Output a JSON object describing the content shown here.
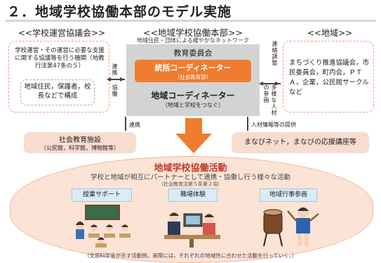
{
  "title": "２．地域学校協働本部のモデル実施",
  "left": {
    "header": "<<学校運営協議会>>",
    "description": "学校運営・その運営に必要な支援に関する協議等を行う機関（地教行法第47条の５）",
    "members": "地域住民，保護者，校長などで構成"
  },
  "center": {
    "header": "<<地域学校協働本部>>",
    "subheader": "地域住民・団体による緩やかなネットワーク",
    "board": "教育委員会",
    "coordinator_general": "統括コーディネーター",
    "coordinator_general_sub": "（社会教育部）",
    "coordinator": "地域コーディネーター",
    "coordinator_sub": "（地域と学校をつなぐ）"
  },
  "right": {
    "header": "<<地域>>",
    "members": "まちづくり推進協議会，市民委員会，町内会，ＰＴＡ，企業，公民館サークル　など"
  },
  "links": {
    "renkei": "連携",
    "kyogi": "協働",
    "renraku": "連絡調整",
    "sankaku": "多様な人材の参画",
    "renkei2": "連携",
    "jinzai": "人材情報等の提供"
  },
  "facility": {
    "title": "社会教育施設",
    "detail": "（公民館，科学館，博物館等）"
  },
  "manabi": "まなびネット，まなびの応援講座等",
  "activity": {
    "title": "地域学校協働活動",
    "subtitle": "学校と地域が相互にパートナーとして連携・協働し行う様々な活動",
    "law": "（社会教育法第５条第２項）",
    "items": [
      "授業サポート",
      "職場体験",
      "地域行事参画"
    ]
  },
  "footnote": "（文部科学省が示す活動例。実際には，それぞれの地域性に合わせた活動を行っていく。）"
}
